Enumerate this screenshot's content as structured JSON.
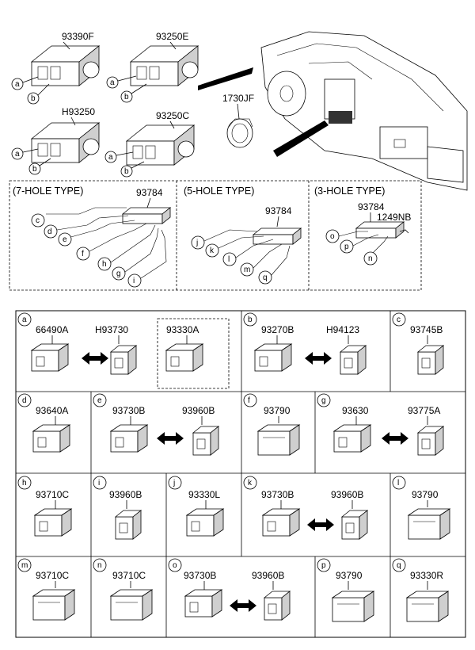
{
  "top": {
    "parts": [
      {
        "key": "sw1",
        "label": "93390F"
      },
      {
        "key": "sw2",
        "label": "93250E"
      },
      {
        "key": "sw3",
        "label": "H93250"
      },
      {
        "key": "sw4",
        "label": "93250C"
      },
      {
        "key": "knob",
        "label": "1730JF"
      }
    ],
    "callouts": {
      "a": "a",
      "b": "b"
    }
  },
  "hole_types": [
    {
      "title": "(7-HOLE TYPE)",
      "part": "93784",
      "letters": [
        "c",
        "d",
        "e",
        "f",
        "h",
        "g",
        "i"
      ]
    },
    {
      "title": "(5-HOLE TYPE)",
      "part": "93784",
      "letters": [
        "j",
        "k",
        "l",
        "m",
        "q"
      ]
    },
    {
      "title": "(3-HOLE TYPE)",
      "part": "93784",
      "extra": "1249NB",
      "letters": [
        "o",
        "p",
        "n"
      ]
    }
  ],
  "grid": [
    {
      "letter": "a",
      "parts": [
        "66490A",
        "H93730",
        "93330A"
      ]
    },
    {
      "letter": "b",
      "parts": [
        "93270B",
        "H94123"
      ]
    },
    {
      "letter": "c",
      "parts": [
        "93745B"
      ]
    },
    {
      "letter": "d",
      "parts": [
        "93640A"
      ]
    },
    {
      "letter": "e",
      "parts": [
        "93730B",
        "93960B"
      ]
    },
    {
      "letter": "f",
      "parts": [
        "93790"
      ]
    },
    {
      "letter": "g",
      "parts": [
        "93630",
        "93775A"
      ]
    },
    {
      "letter": "h",
      "parts": [
        "93710C"
      ]
    },
    {
      "letter": "i",
      "parts": [
        "93960B"
      ]
    },
    {
      "letter": "j",
      "parts": [
        "93330L"
      ]
    },
    {
      "letter": "k",
      "parts": [
        "93730B",
        "93960B"
      ]
    },
    {
      "letter": "l",
      "parts": [
        "93790"
      ]
    },
    {
      "letter": "m",
      "parts": [
        "93710C"
      ]
    },
    {
      "letter": "n",
      "parts": [
        "93710C"
      ]
    },
    {
      "letter": "o",
      "parts": [
        "93730B",
        "93960B"
      ]
    },
    {
      "letter": "p",
      "parts": [
        "93790"
      ]
    },
    {
      "letter": "q",
      "parts": [
        "93330R"
      ]
    }
  ]
}
